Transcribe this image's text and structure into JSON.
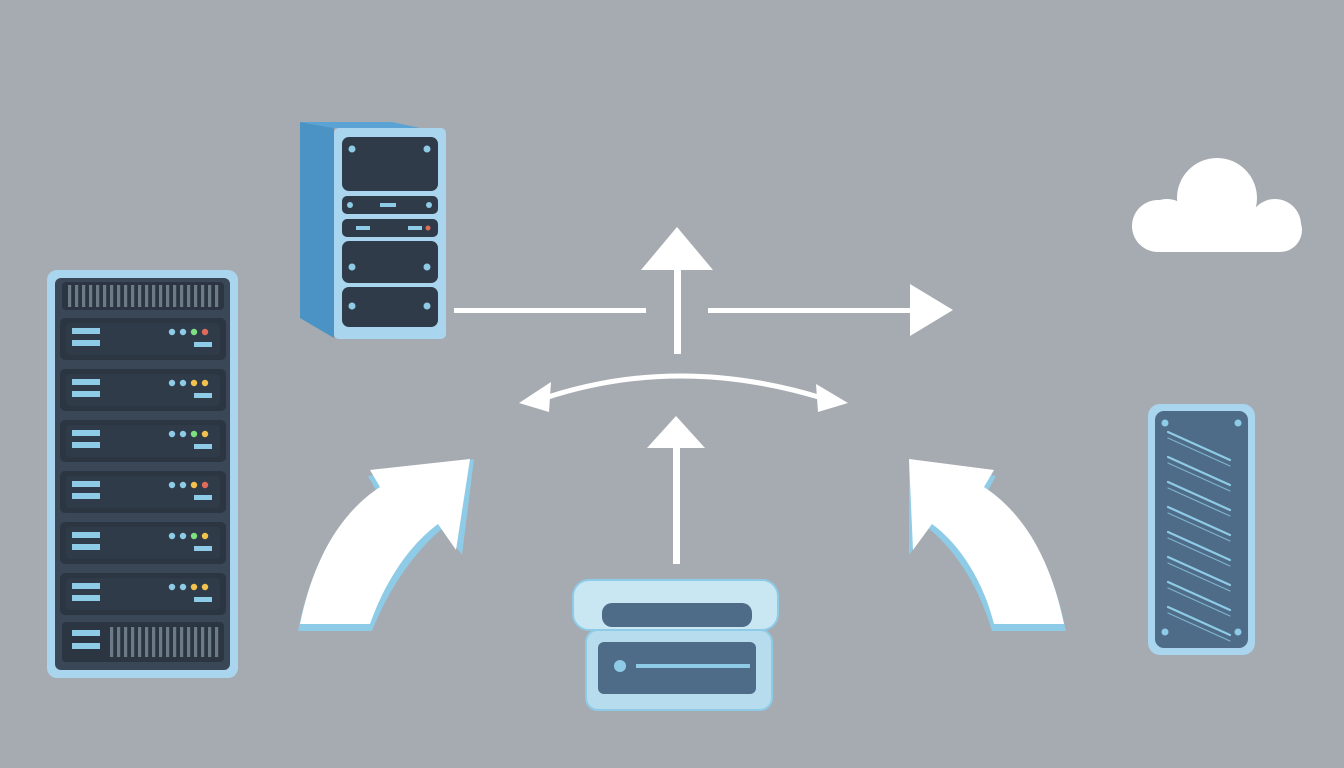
{
  "diagram": {
    "nodes": [
      {
        "id": "server-rack",
        "icon": "server-rack-icon"
      },
      {
        "id": "tower-server",
        "icon": "tower-server-icon"
      },
      {
        "id": "cloud",
        "icon": "cloud-icon"
      },
      {
        "id": "storage-device",
        "icon": "storage-device-icon"
      },
      {
        "id": "network-panel",
        "icon": "network-panel-icon"
      }
    ],
    "arrows": [
      {
        "id": "tower-to-right",
        "icon": "arrow-right-icon"
      },
      {
        "id": "center-up",
        "icon": "arrow-up-icon"
      },
      {
        "id": "bidirectional-arc",
        "icon": "double-arrow-arc-icon"
      },
      {
        "id": "storage-up",
        "icon": "arrow-up-icon"
      },
      {
        "id": "left-curved",
        "icon": "curved-arrow-icon"
      },
      {
        "id": "right-curved",
        "icon": "curved-arrow-icon"
      }
    ]
  },
  "colors": {
    "background": "#a6aab1",
    "accent_blue": "#8ecbe6",
    "dark_panel": "#2f3b48",
    "white": "#ffffff",
    "tower_side": "#4a93c4",
    "led_green": "#7ee081",
    "led_yellow": "#f2c14e",
    "led_red": "#e06b5a"
  }
}
